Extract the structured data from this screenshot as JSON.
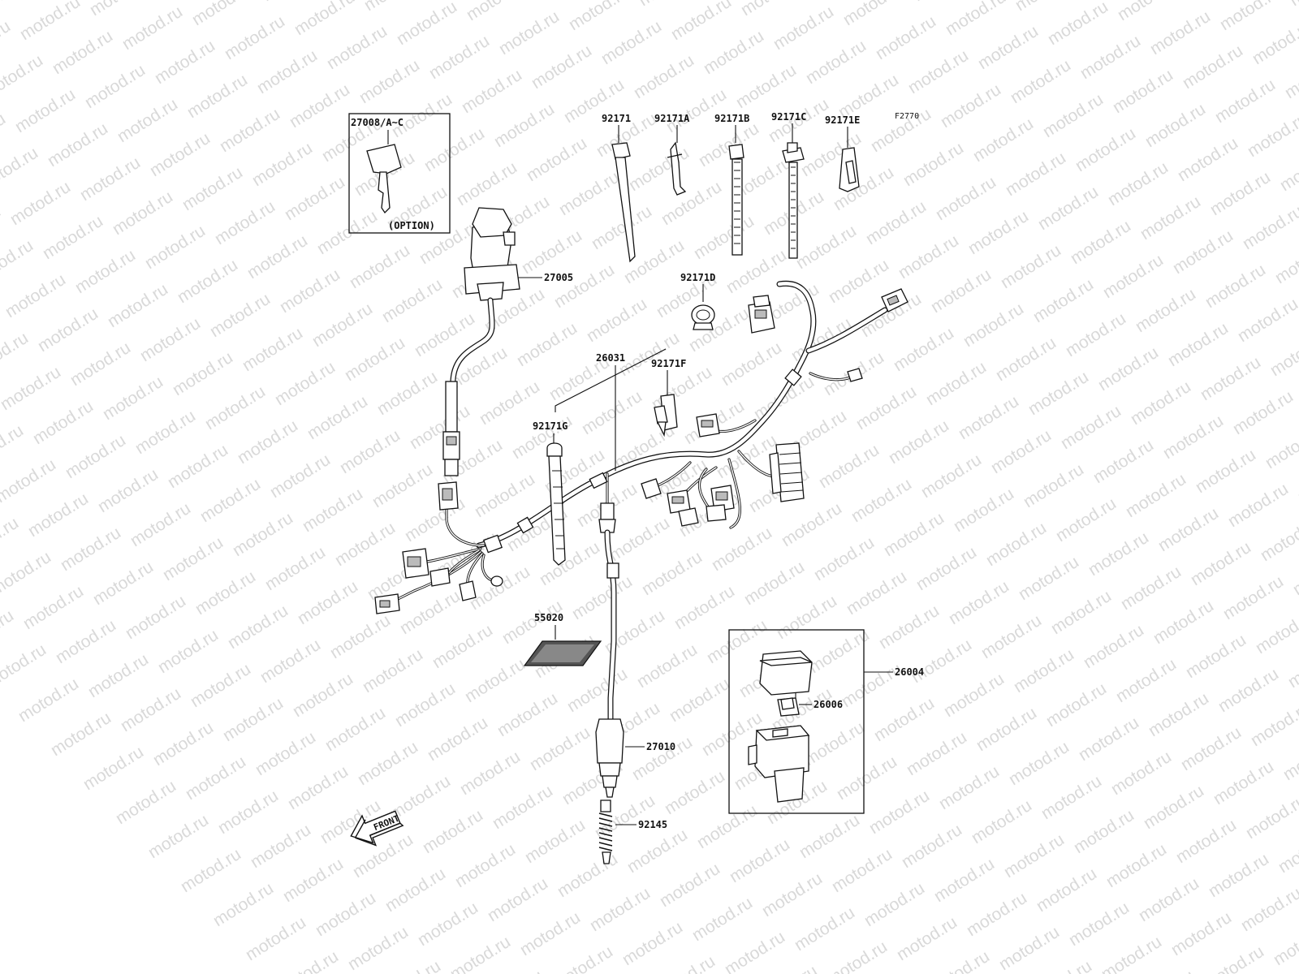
{
  "watermark": {
    "text": "motod.ru",
    "color": "#d9d9d9"
  },
  "diagram_code": "F2770",
  "callouts": {
    "key": "27008/A~C",
    "key_note": "(OPTION)",
    "ignition_switch": "27005",
    "band_1": "92171",
    "band_a": "92171A",
    "band_b": "92171B",
    "band_c": "92171C",
    "band_e": "92171E",
    "clamp_d": "92171D",
    "harness": "26031",
    "clamp_f": "92171F",
    "band_g": "92171G",
    "label_sticker": "55020",
    "relay_box": "26004",
    "fuse": "26006",
    "switch_sensor": "27010",
    "spring": "92145"
  },
  "front_arrow": {
    "label": "FRONT"
  },
  "icons": [
    "key-icon",
    "ignition-switch-icon",
    "relay-icon",
    "fuse-icon",
    "spring-icon",
    "connector-icon",
    "arrow-icon"
  ]
}
